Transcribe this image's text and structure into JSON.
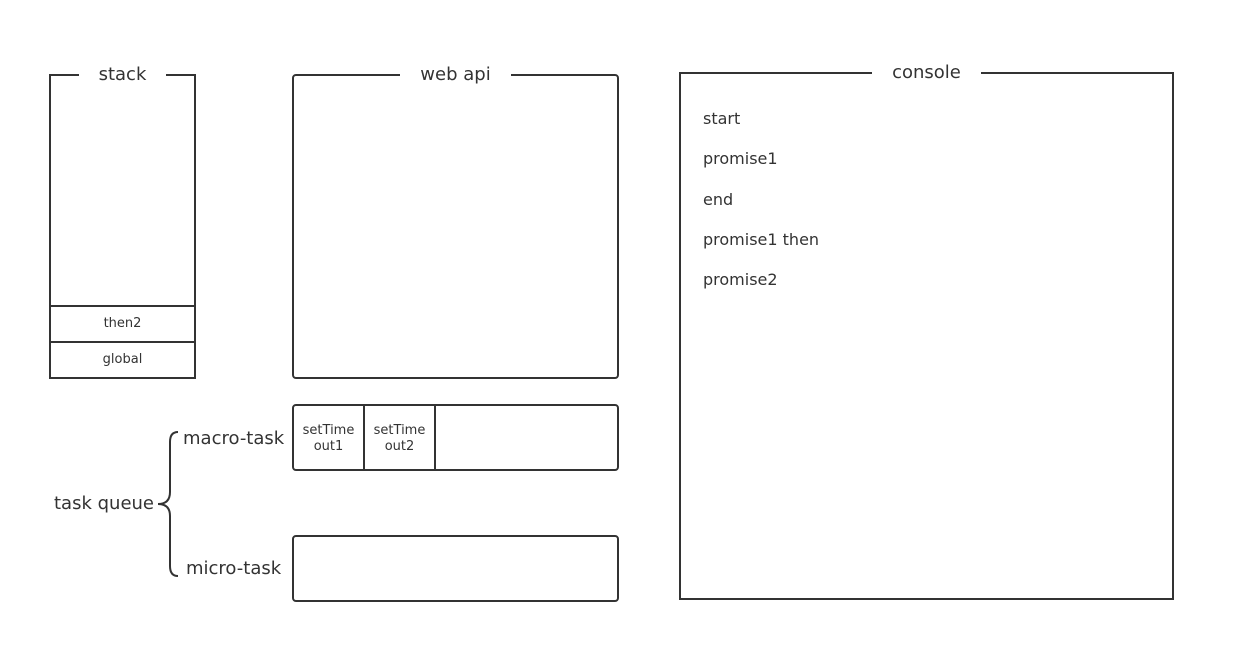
{
  "stack": {
    "title": "stack",
    "frames": [
      "then2",
      "global"
    ]
  },
  "webapi": {
    "title": "web api"
  },
  "console": {
    "title": "console",
    "lines": [
      "start",
      "promise1",
      "end",
      "promise1 then",
      "promise2"
    ]
  },
  "task_queue": {
    "label": "task queue",
    "macro": {
      "label": "macro-task",
      "items": [
        "setTime\nout1",
        "setTime\nout2"
      ]
    },
    "micro": {
      "label": "micro-task",
      "items": []
    }
  }
}
